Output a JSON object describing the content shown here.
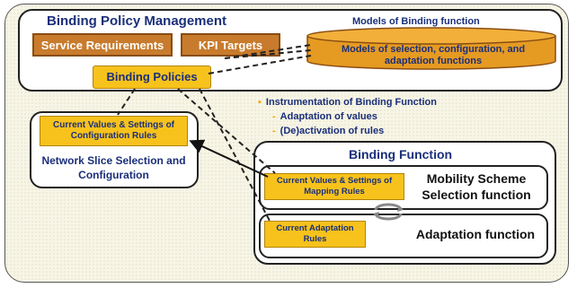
{
  "binding_policy_management": {
    "title": "Binding Policy Management",
    "service_requirements": "Service Requirements",
    "kpi_targets": "KPI Targets",
    "models_label": "Models of Binding function",
    "models_cylinder": "Models of selection, configuration, and adaptation functions",
    "binding_policies": "Binding Policies"
  },
  "instrumentation": {
    "heading": "Instrumentation of Binding Function",
    "items": [
      "Adaptation of values",
      "(De)activation of rules"
    ]
  },
  "network_slice": {
    "current_values": "Current Values & Settings of Configuration Rules",
    "caption": "Network Slice Selection and Configuration"
  },
  "binding_function": {
    "title": "Binding Function",
    "mobility_values": "Current Values & Settings of Mapping Rules",
    "mobility_caption": "Mobility Scheme Selection function",
    "adaptation_rules": "Current Adaptation Rules",
    "adaptation_caption": "Adaptation function"
  },
  "colors": {
    "orange": "#c87b2c",
    "yellow": "#f7c21c",
    "navy": "#1a2f7a"
  }
}
